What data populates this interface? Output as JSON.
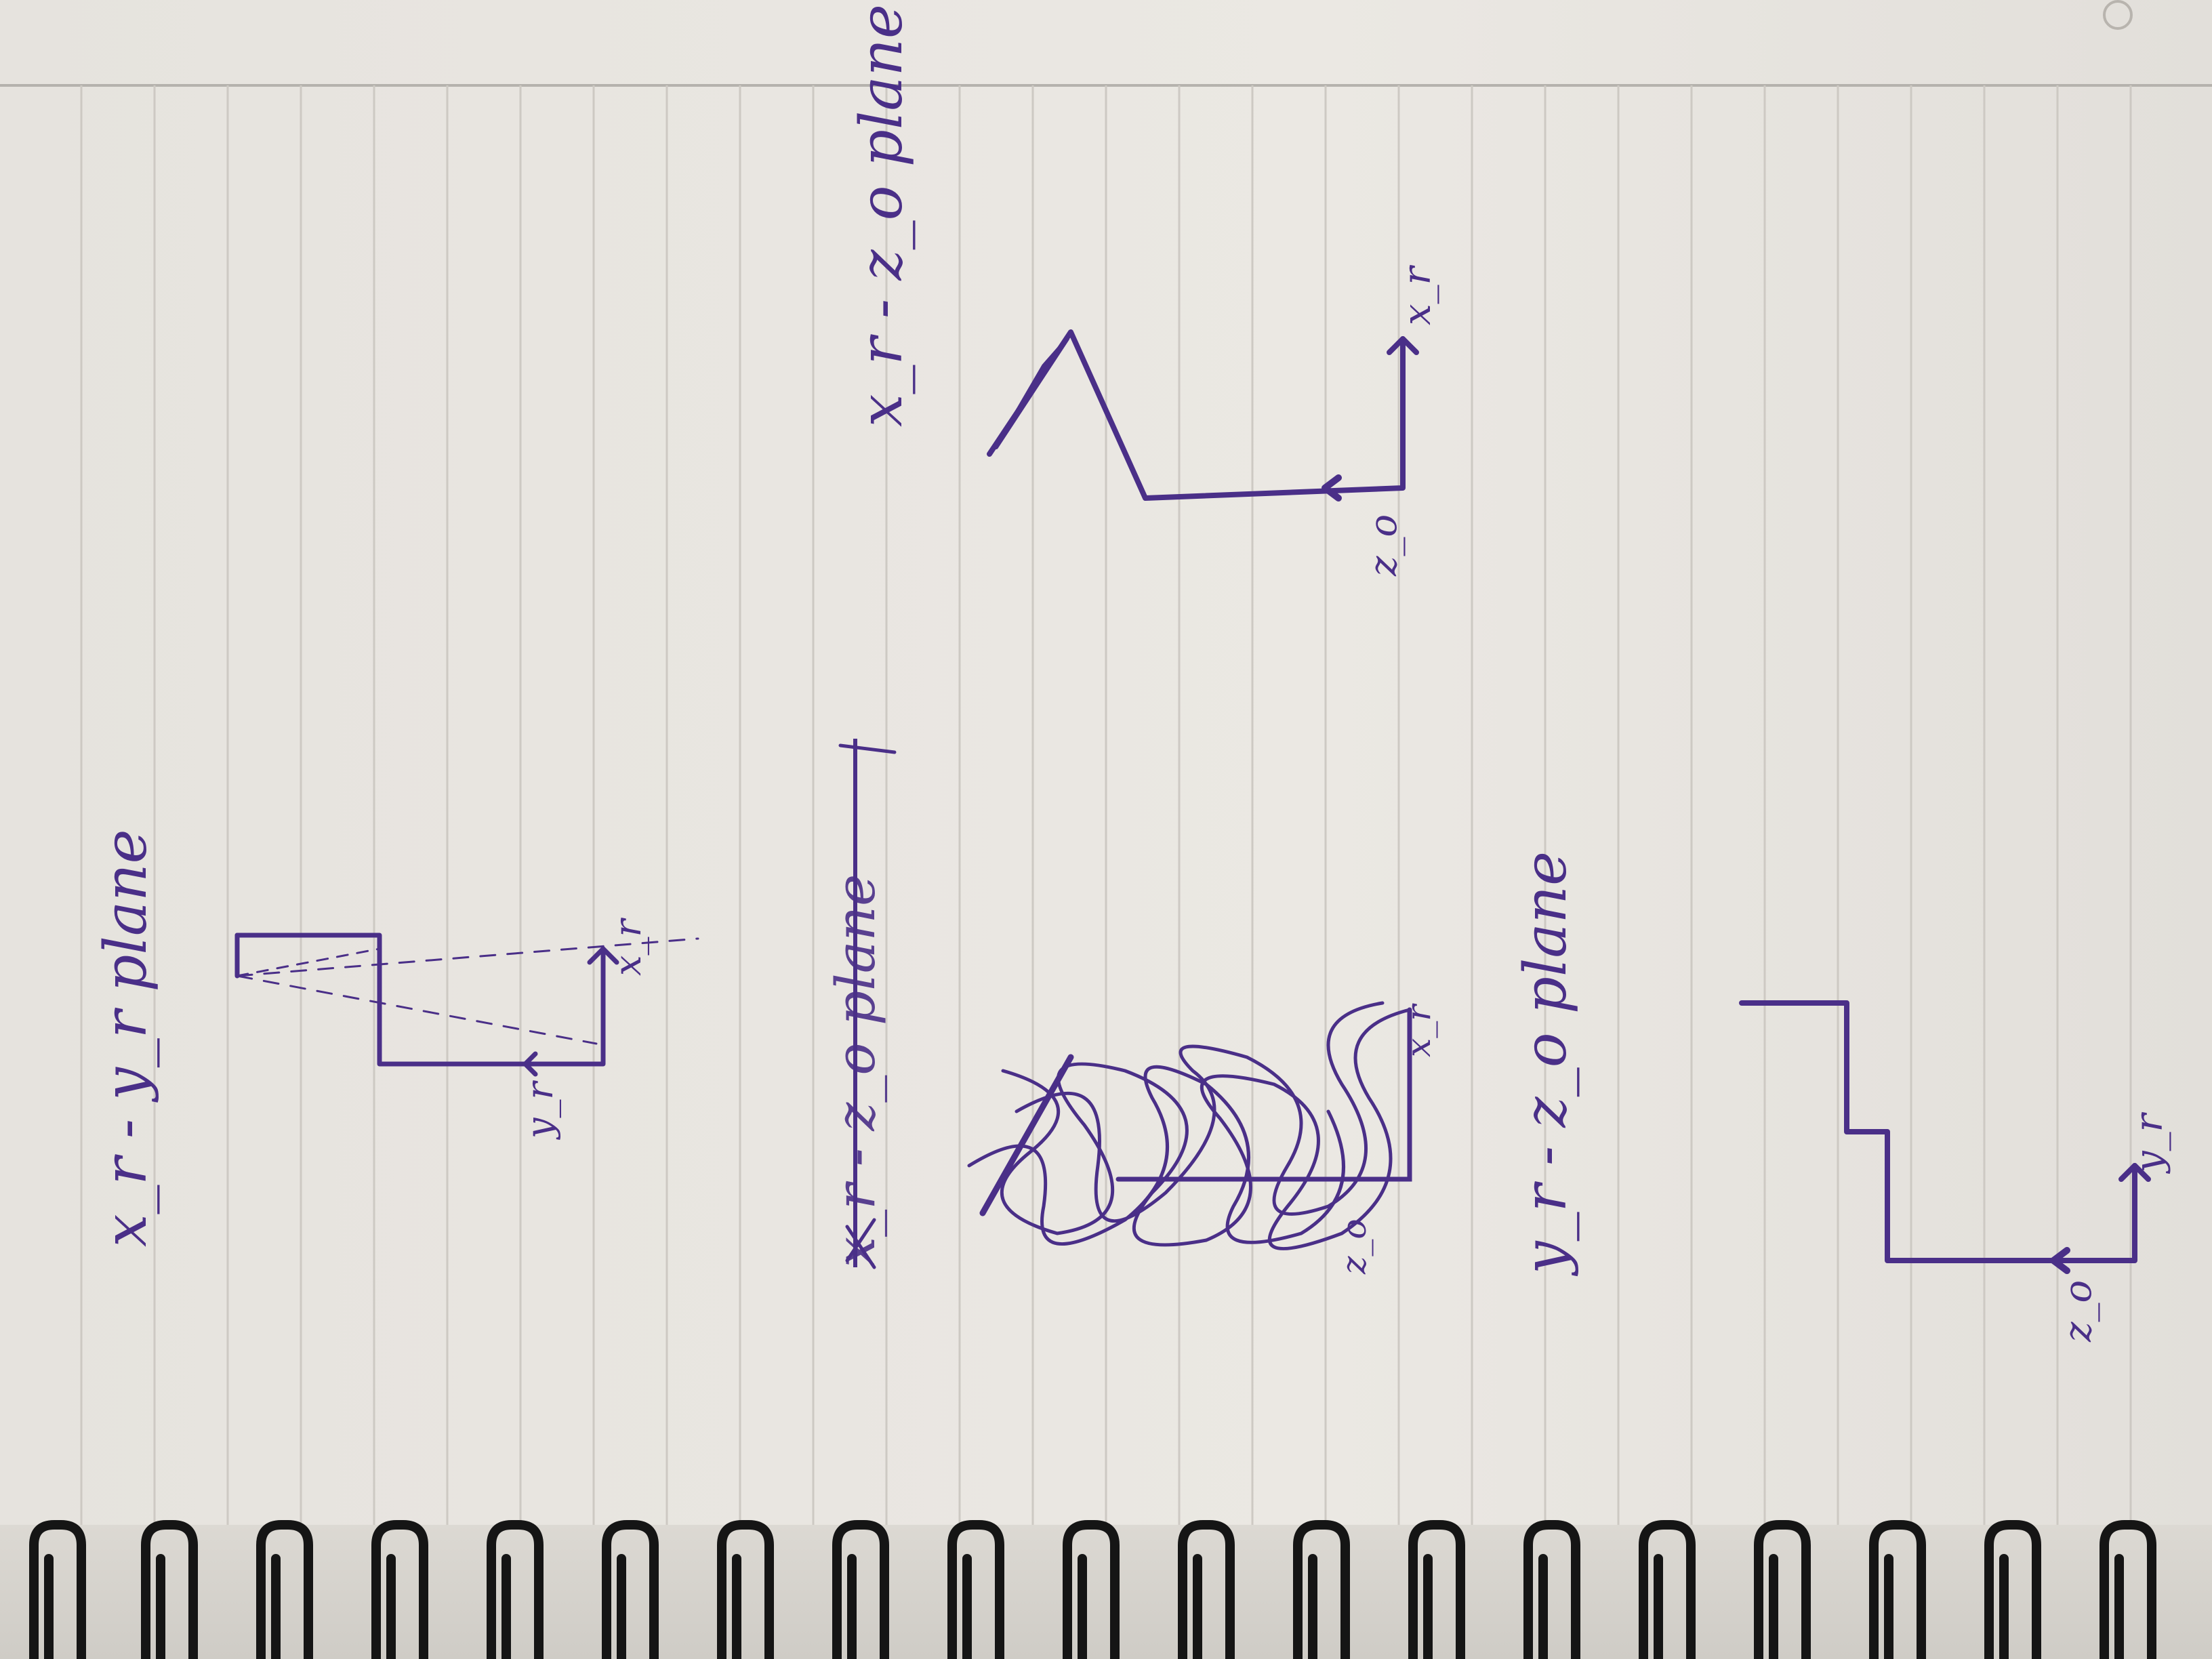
{
  "photo": {
    "subject": "spiral notebook page with handwritten sketches",
    "ink_color": "#4a2f88",
    "paper_color": "#e9e6e1",
    "rule_color": "#c7c3bd",
    "margin_line_color": "#b9b6b2",
    "spiral_color": "#1a1a1a"
  },
  "sketch_top_left": {
    "title": "x_r - y_r plane",
    "axis_x": "x_r",
    "axis_y": "y_r"
  },
  "sketch_crossed": {
    "title": "x_r - z_o plane",
    "axis_x": "x_r",
    "axis_z": "z_o"
  },
  "sketch_top_right": {
    "title": "x_r - z_o plane",
    "axis_x": "x_r",
    "axis_z": "z_o"
  },
  "sketch_bottom": {
    "title": "y_r - z_o plane",
    "axis_y": "y_r",
    "axis_z": "z_o"
  }
}
